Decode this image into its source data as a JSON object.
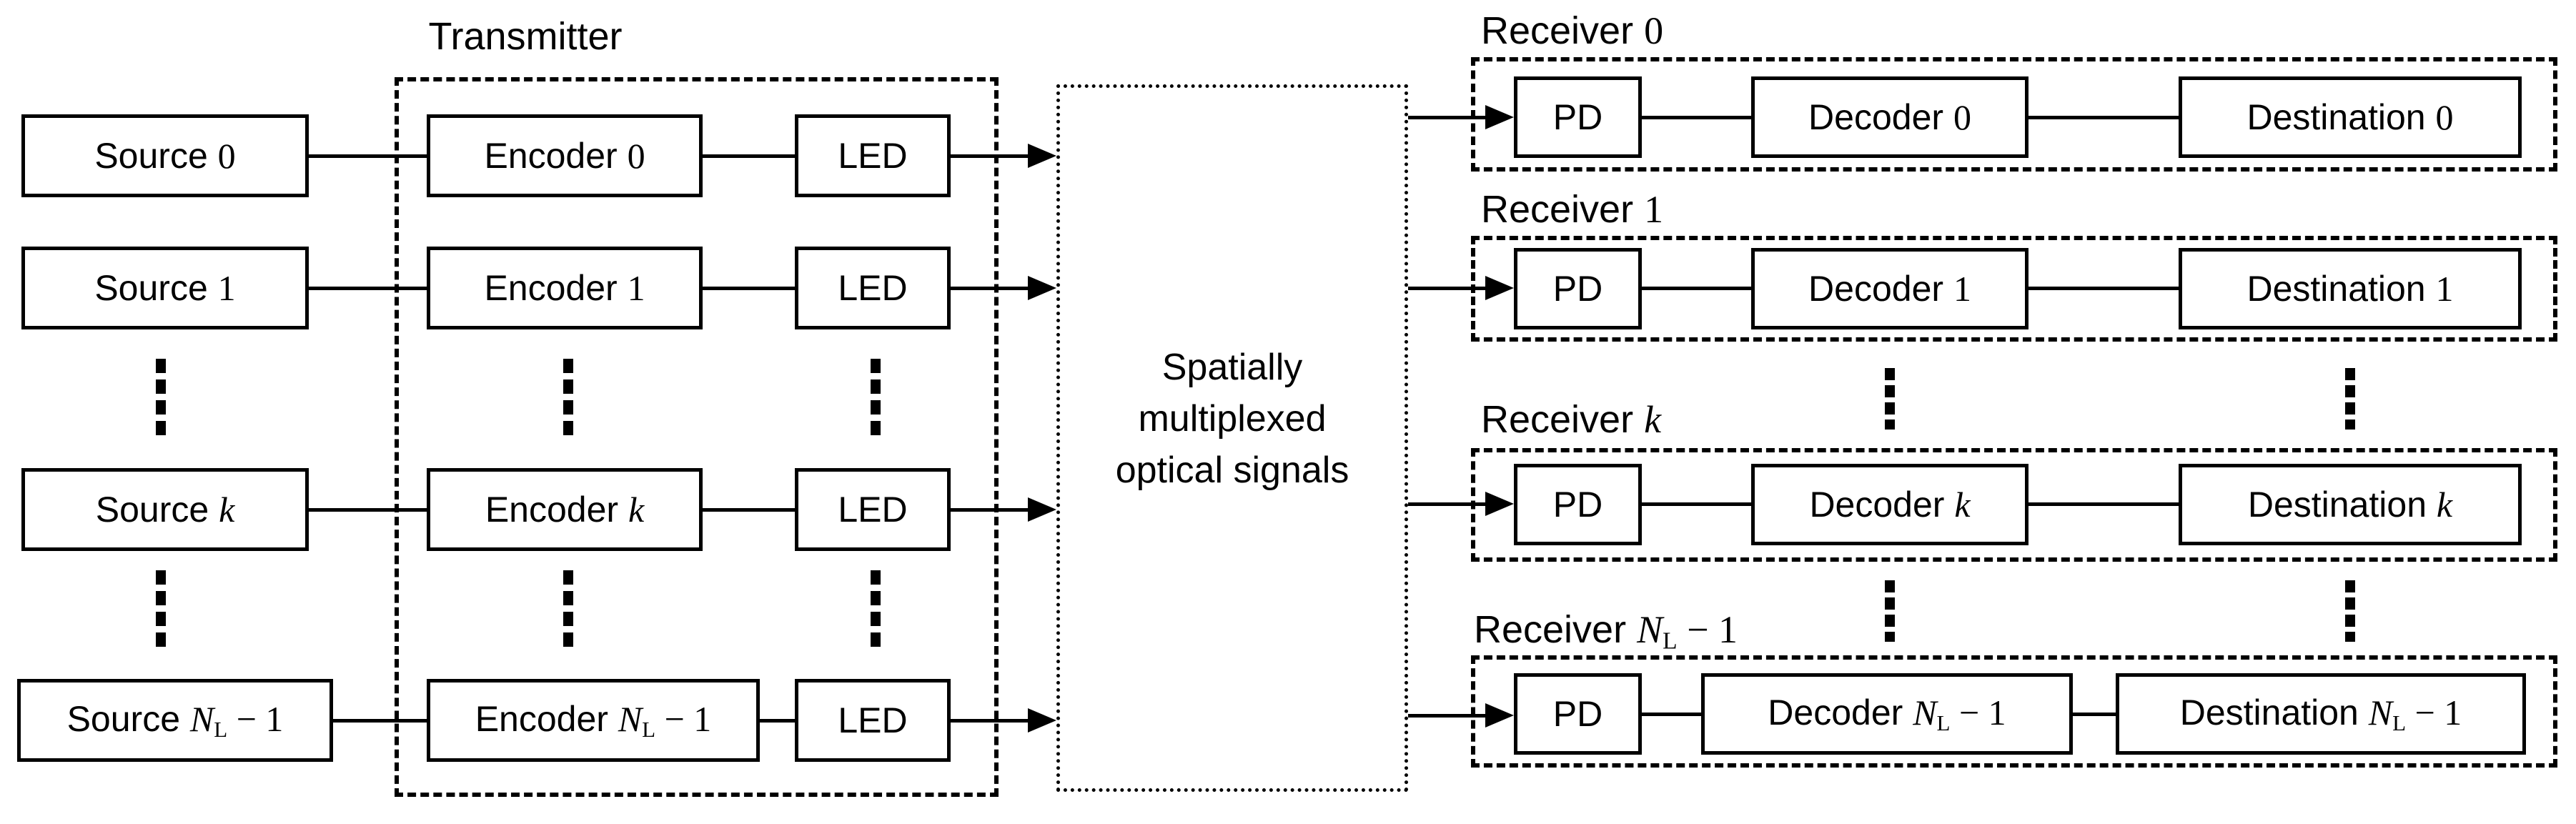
{
  "figure": {
    "transmitter_title": "Transmitter",
    "middle_lines": [
      "Spatially",
      "multiplexed",
      "optical signals"
    ],
    "led": "LED",
    "pd": "PD",
    "sources": [
      [
        {
          "t": "Source ",
          "f": "sans"
        },
        {
          "t": "0",
          "f": "ser"
        }
      ],
      [
        {
          "t": "Source ",
          "f": "sans"
        },
        {
          "t": "1",
          "f": "ser"
        }
      ],
      [
        {
          "t": "Source ",
          "f": "sans"
        },
        {
          "t": "k",
          "f": "seri"
        }
      ],
      [
        {
          "t": "Source ",
          "f": "sans"
        },
        {
          "t": "N",
          "f": "seri"
        },
        {
          "t": "L",
          "f": "sub"
        },
        {
          "t": " − 1",
          "f": "ser"
        }
      ]
    ],
    "encoders": [
      [
        {
          "t": "Encoder ",
          "f": "sans"
        },
        {
          "t": "0",
          "f": "ser"
        }
      ],
      [
        {
          "t": "Encoder ",
          "f": "sans"
        },
        {
          "t": "1",
          "f": "ser"
        }
      ],
      [
        {
          "t": "Encoder ",
          "f": "sans"
        },
        {
          "t": "k",
          "f": "seri"
        }
      ],
      [
        {
          "t": "Encoder ",
          "f": "sans"
        },
        {
          "t": "N",
          "f": "seri"
        },
        {
          "t": "L",
          "f": "sub"
        },
        {
          "t": " − 1",
          "f": "ser"
        }
      ]
    ],
    "receiver_titles": [
      [
        {
          "t": "Receiver ",
          "f": "sans"
        },
        {
          "t": "0",
          "f": "ser"
        }
      ],
      [
        {
          "t": "Receiver ",
          "f": "sans"
        },
        {
          "t": "1",
          "f": "ser"
        }
      ],
      [
        {
          "t": "Receiver ",
          "f": "sans"
        },
        {
          "t": "k",
          "f": "seri"
        }
      ],
      [
        {
          "t": "Receiver ",
          "f": "sans"
        },
        {
          "t": "N",
          "f": "seri"
        },
        {
          "t": "L",
          "f": "sub"
        },
        {
          "t": " − 1",
          "f": "ser"
        }
      ]
    ],
    "decoders": [
      [
        {
          "t": "Decoder ",
          "f": "sans"
        },
        {
          "t": "0",
          "f": "ser"
        }
      ],
      [
        {
          "t": "Decoder ",
          "f": "sans"
        },
        {
          "t": "1",
          "f": "ser"
        }
      ],
      [
        {
          "t": "Decoder ",
          "f": "sans"
        },
        {
          "t": "k",
          "f": "seri"
        }
      ],
      [
        {
          "t": "Decoder ",
          "f": "sans"
        },
        {
          "t": "N",
          "f": "seri"
        },
        {
          "t": "L",
          "f": "sub"
        },
        {
          "t": " − 1",
          "f": "ser"
        }
      ]
    ],
    "destinations": [
      [
        {
          "t": "Destination ",
          "f": "sans"
        },
        {
          "t": "0",
          "f": "ser"
        }
      ],
      [
        {
          "t": "Destination ",
          "f": "sans"
        },
        {
          "t": "1",
          "f": "ser"
        }
      ],
      [
        {
          "t": "Destination ",
          "f": "sans"
        },
        {
          "t": "k",
          "f": "seri"
        }
      ],
      [
        {
          "t": "Destination ",
          "f": "sans"
        },
        {
          "t": "N",
          "f": "seri"
        },
        {
          "t": "L",
          "f": "sub"
        },
        {
          "t": " − 1",
          "f": "ser"
        }
      ]
    ],
    "colors": {
      "ink": "#000000",
      "background": "#ffffff"
    }
  }
}
